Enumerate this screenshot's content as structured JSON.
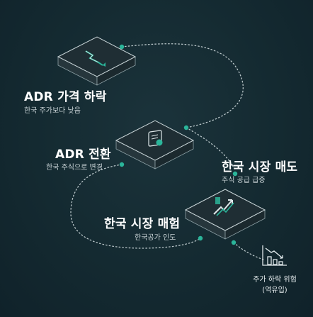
{
  "steps": [
    {
      "title": "ADR 가격 하락",
      "subtitle": "한국 주가보다 낮음",
      "icon": "trend-down-icon"
    },
    {
      "title": "ADR 전환",
      "subtitle": "한국 주식으로 변경",
      "icon": "document-exchange-icon"
    },
    {
      "title": "한국 시장 매도",
      "subtitle": "주식 공급 급증",
      "icon": "trend-up-icon"
    },
    {
      "title": "한국 시장 매험",
      "subtitle": "한국공가 인도",
      "icon": ""
    }
  ],
  "outcome": {
    "line1": "주가 하락 위험",
    "line2": "(역유입)",
    "icon": "bar-chart-down-icon"
  },
  "colors": {
    "background": "#14282f",
    "accent": "#2bb59a",
    "card": "#1e2d33",
    "dots": "#d7e2e4"
  }
}
